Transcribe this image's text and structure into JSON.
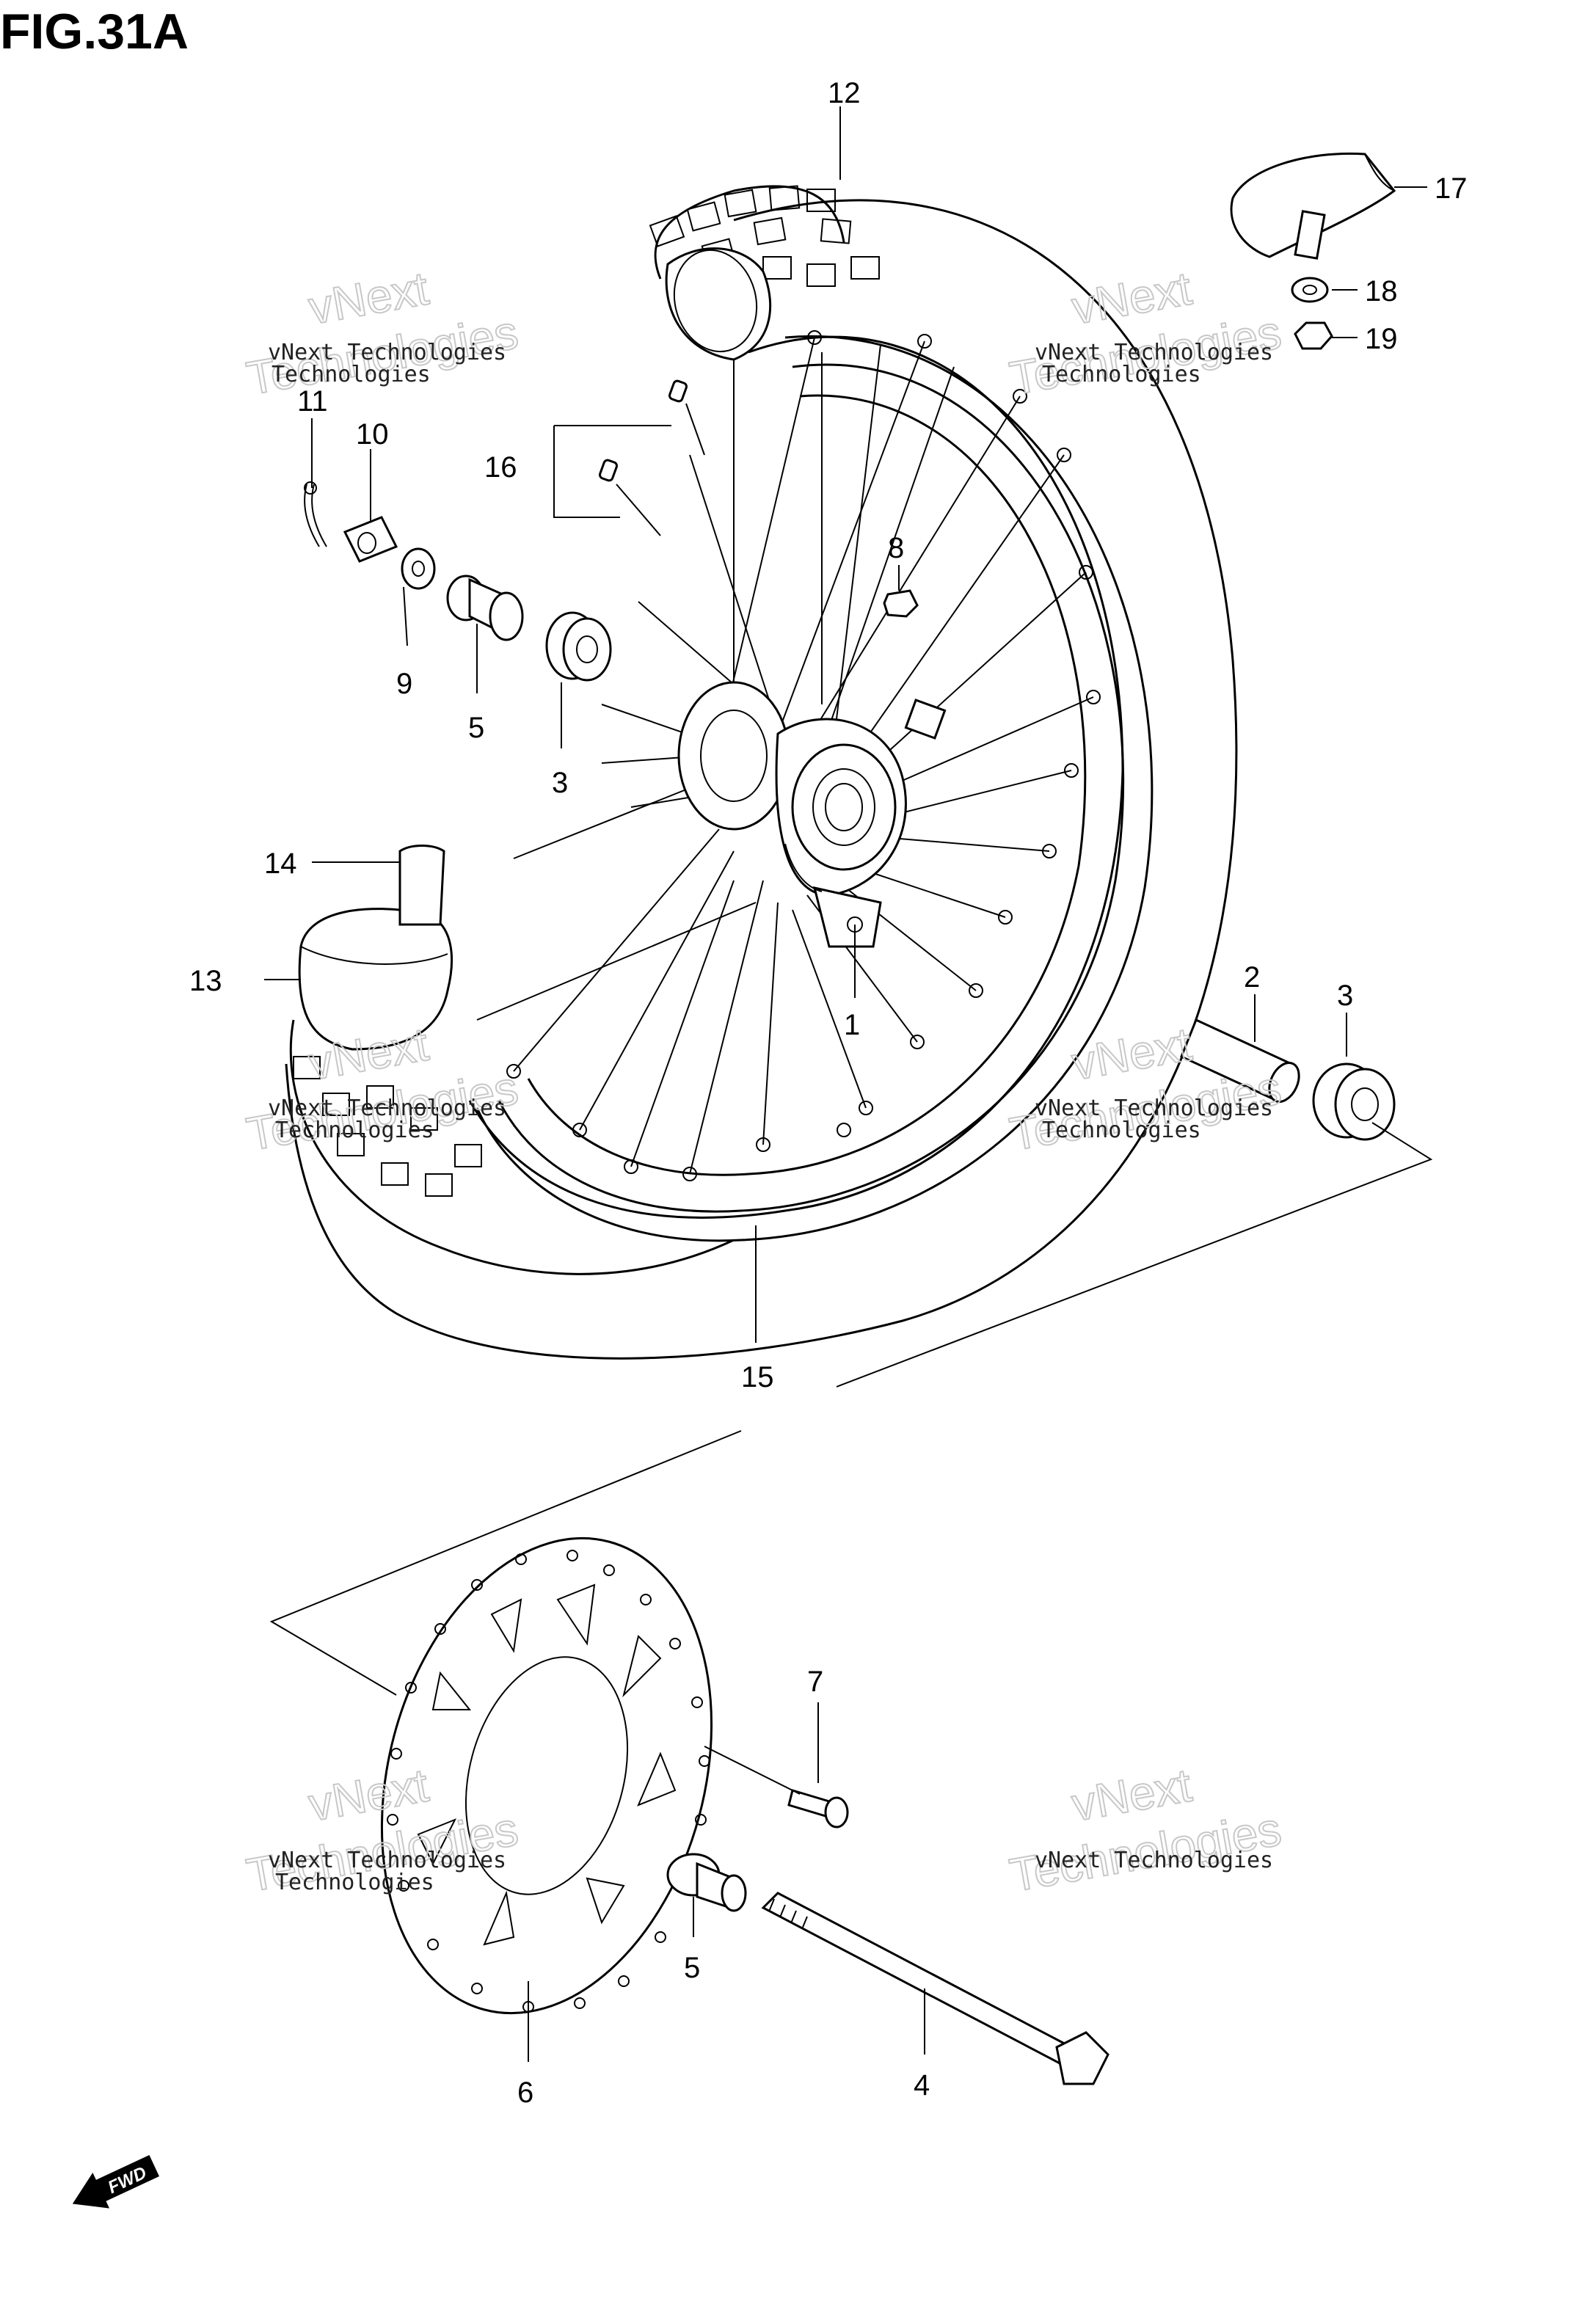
{
  "figure": {
    "title": "FIG.31A"
  },
  "watermark": {
    "line1": "vNext Technologies",
    "line2": "Technologies",
    "line3": "vNext"
  },
  "callouts": {
    "c1": "1",
    "c2": "2",
    "c3a": "3",
    "c3b": "3",
    "c4": "4",
    "c5a": "5",
    "c5b": "5",
    "c6": "6",
    "c7": "7",
    "c8": "8",
    "c9": "9",
    "c10": "10",
    "c11": "11",
    "c12": "12",
    "c13": "13",
    "c14": "14",
    "c15": "15",
    "c16": "16",
    "c17": "17",
    "c18": "18",
    "c19": "19"
  },
  "fwd": {
    "label": "FWD",
    "icon": "fwd-arrow-icon"
  }
}
